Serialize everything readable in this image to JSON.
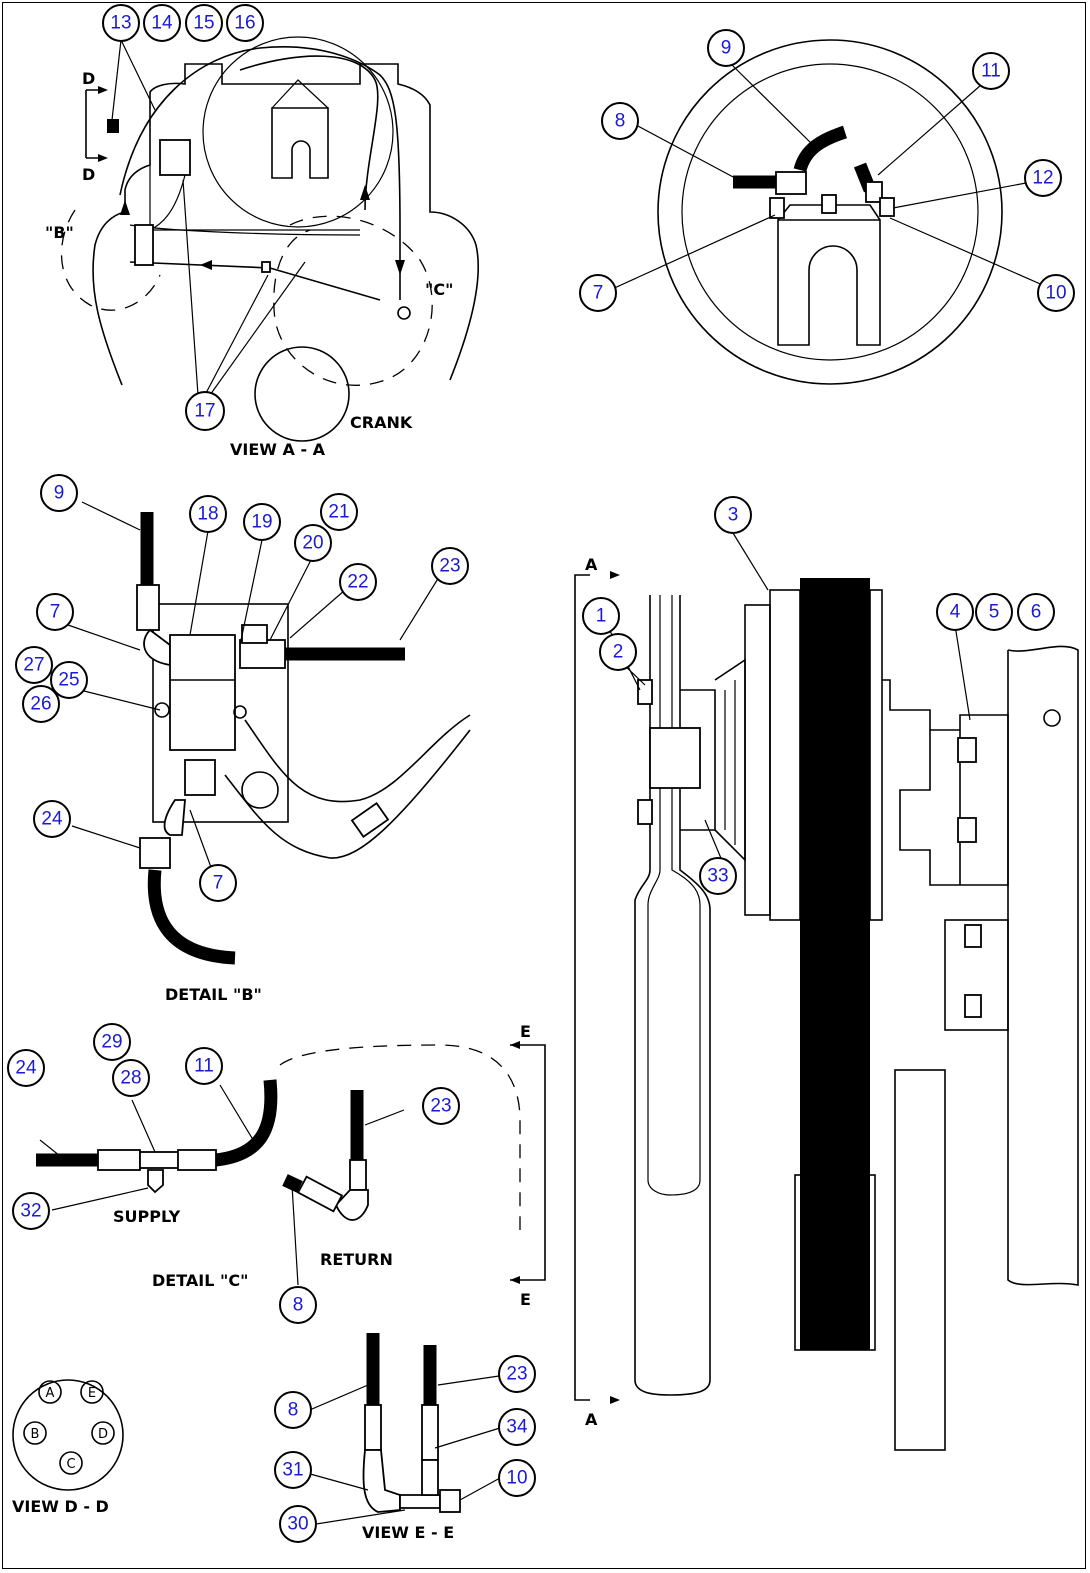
{
  "callouts": {
    "c13": "13",
    "c14": "14",
    "c15": "15",
    "c16": "16",
    "c17": "17",
    "c9a": "9",
    "c8a": "8",
    "c11a": "11",
    "c12": "12",
    "c7a": "7",
    "c10a": "10",
    "c9b": "9",
    "c18": "18",
    "c19": "19",
    "c20": "20",
    "c21": "21",
    "c22": "22",
    "c23a": "23",
    "c7b": "7",
    "c27": "27",
    "c25": "25",
    "c26": "26",
    "c24a": "24",
    "c7c": "7",
    "c3": "3",
    "c1": "1",
    "c2": "2",
    "c4": "4",
    "c5": "5",
    "c6": "6",
    "c33": "33",
    "c29": "29",
    "c28": "28",
    "c11b": "11",
    "c24b": "24",
    "c32": "32",
    "c23b": "23",
    "c8b": "8",
    "c8c": "8",
    "c23c": "23",
    "c34": "34",
    "c31": "31",
    "c10b": "10",
    "c30": "30"
  },
  "labels": {
    "view_aa": "VIEW A - A",
    "crank": "CRANK",
    "detail_b": "DETAIL \"B\"",
    "detail_c": "DETAIL \"C\"",
    "supply": "SUPPLY",
    "return": "RETURN",
    "view_dd": "VIEW D - D",
    "view_ee": "VIEW E - E",
    "mark_b": "\"B\"",
    "mark_c": "\"C\"",
    "mark_d_top": "D",
    "mark_d_bot": "D",
    "mark_e_top": "E",
    "mark_e_bot": "E",
    "mark_a_top": "A",
    "mark_a_bot": "A"
  },
  "connector_pins": {
    "pa": "A",
    "pb": "B",
    "pc": "C",
    "pd": "D",
    "pe": "E"
  }
}
